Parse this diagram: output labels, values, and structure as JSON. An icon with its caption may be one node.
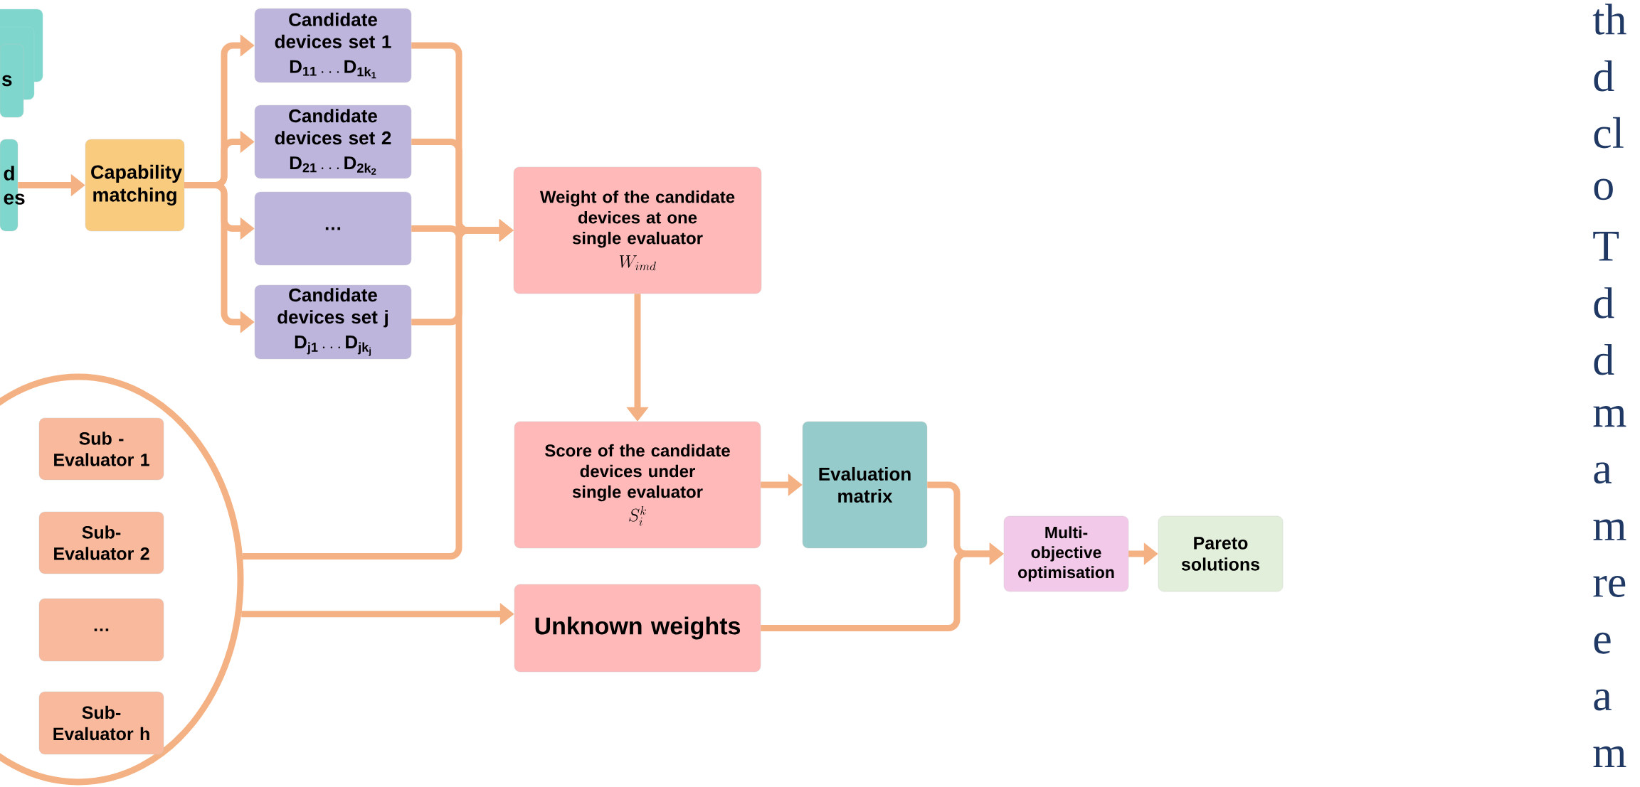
{
  "diagram": {
    "nodes": [
      {
        "text": [
          "s"
        ]
      },
      {
        "text": [
          "d es"
        ]
      },
      {
        "text": [
          "Capability matching"
        ]
      },
      {
        "text": [
          "Candidate devices set 1",
          "\\mathbf{D_{11}} \\ldots \\mathbf{D_{1k_1}}"
        ]
      },
      {
        "text": [
          "Candidate devices set 2",
          "\\mathbf{D_{21}} \\ldots \\mathbf{D_{2k_2}}"
        ]
      },
      {
        "text": [
          "…"
        ]
      },
      {
        "text": [
          "Candidate devices set j",
          "\\mathbf{D_{j1}} \\ldots \\mathbf{D_{jk_j}}"
        ]
      },
      {
        "text": [
          "Weight of the candidate devices at one single evaluator",
          "W_{imd}"
        ]
      },
      {
        "text": [
          "Score of the candidate devices under single evaluator",
          "S_i^k"
        ]
      },
      {
        "text": [
          "Evaluation matrix"
        ]
      },
      {
        "text": [
          "Unknown weights"
        ]
      },
      {
        "text": [
          "Multi-objective optimisation"
        ]
      },
      {
        "text": [
          "Pareto solutions"
        ]
      },
      {
        "text": [],
        "shape": "ellipse"
      },
      {
        "text": [
          "Sub - Evaluator 1"
        ],
        "in": 13
      },
      {
        "text": [
          "Sub- Evaluator 2"
        ],
        "in": 13
      },
      {
        "text": [
          "…"
        ],
        "in": 13
      },
      {
        "text": [
          "Sub- Evaluator h"
        ],
        "in": 13
      }
    ],
    "edges": [
      {
        "from": 1,
        "to": 2,
        "arrow": "to"
      },
      {
        "from": 2,
        "to": 3,
        "arrow": "to"
      },
      {
        "from": 2,
        "to": 4,
        "arrow": "to"
      },
      {
        "from": 2,
        "to": 5,
        "arrow": "to"
      },
      {
        "from": 2,
        "to": 6,
        "arrow": "to"
      },
      {
        "from": 3,
        "to": 7,
        "arrow": "to"
      },
      {
        "from": 4,
        "to": 7,
        "arrow": "to"
      },
      {
        "from": 5,
        "to": 7,
        "arrow": "to"
      },
      {
        "from": 6,
        "to": 7,
        "arrow": "to"
      },
      {
        "from": 13,
        "to": 7,
        "arrow": "to"
      },
      {
        "from": 7,
        "to": 8,
        "arrow": "to"
      },
      {
        "from": 8,
        "to": 9,
        "arrow": "to"
      },
      {
        "from": 9,
        "to": 11,
        "arrow": "to"
      },
      {
        "from": 10,
        "to": 11,
        "arrow": "to"
      },
      {
        "from": 11,
        "to": 12,
        "arrow": "to"
      },
      {
        "from": 13,
        "to": 10,
        "arrow": "to"
      }
    ],
    "labels": [
      "th",
      "d",
      "cl",
      "o",
      "T",
      "d",
      "d",
      "m",
      "a",
      "m",
      "re",
      "e",
      "a",
      "m"
    ]
  }
}
